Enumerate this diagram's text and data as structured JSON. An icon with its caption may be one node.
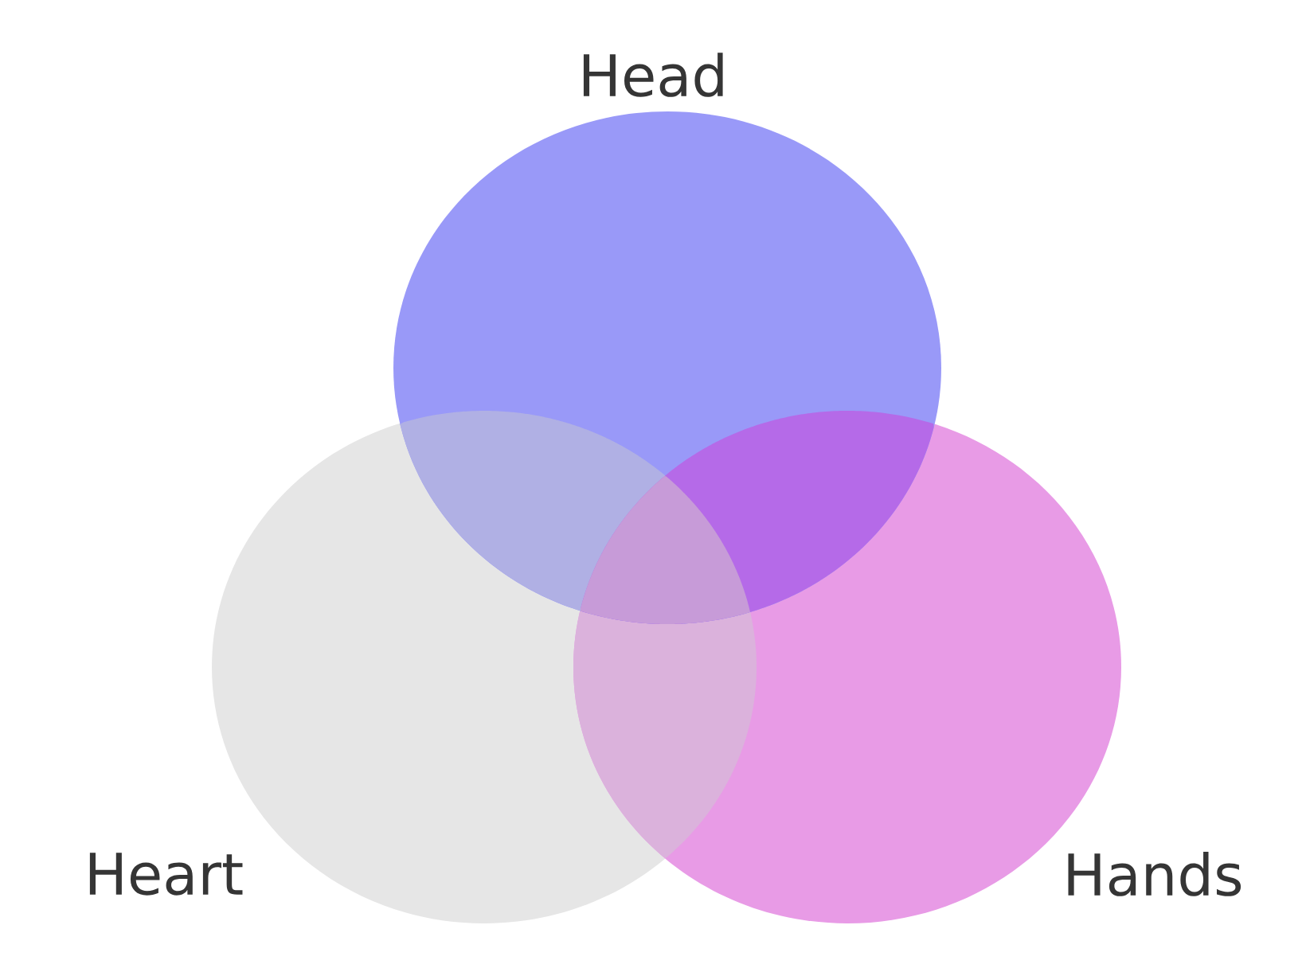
{
  "diagram": {
    "nodes": [
      {
        "text": [
          "Head"
        ]
      },
      {
        "text": [
          "Heart"
        ]
      },
      {
        "text": [
          "Hands"
        ]
      }
    ]
  }
}
